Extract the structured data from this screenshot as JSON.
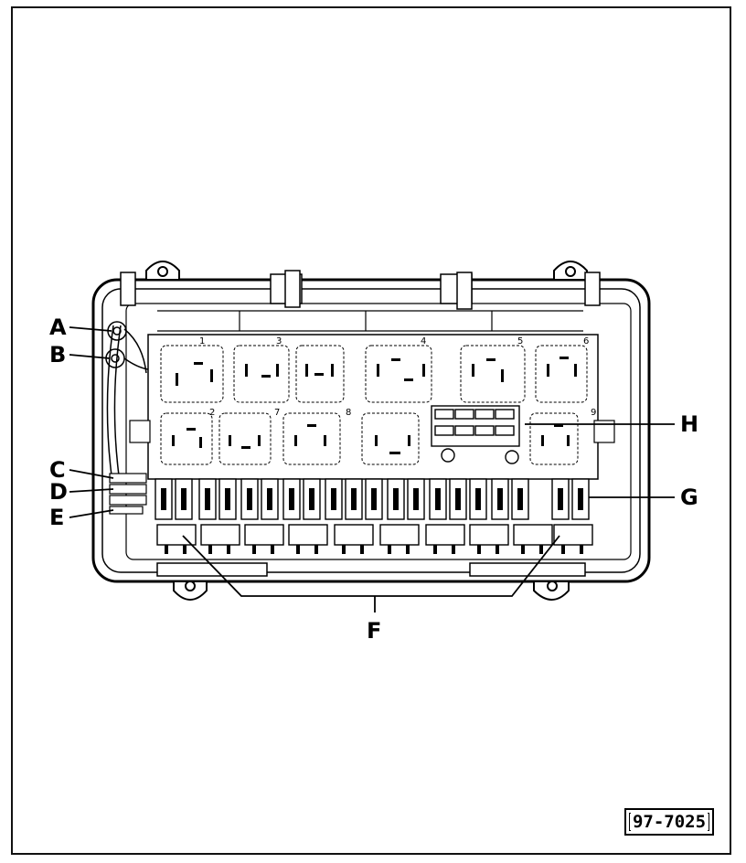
{
  "figure": {
    "reference_code": "97-7025"
  },
  "callouts": [
    {
      "id": "A",
      "label": "A"
    },
    {
      "id": "B",
      "label": "B"
    },
    {
      "id": "C",
      "label": "C"
    },
    {
      "id": "D",
      "label": "D"
    },
    {
      "id": "E",
      "label": "E"
    },
    {
      "id": "F",
      "label": "F"
    },
    {
      "id": "G",
      "label": "G"
    },
    {
      "id": "H",
      "label": "H"
    }
  ],
  "relay_positions": [
    "1",
    "2",
    "3",
    "4",
    "5",
    "6",
    "7",
    "8",
    "9"
  ],
  "line_color": "#000000",
  "background_color": "#ffffff"
}
